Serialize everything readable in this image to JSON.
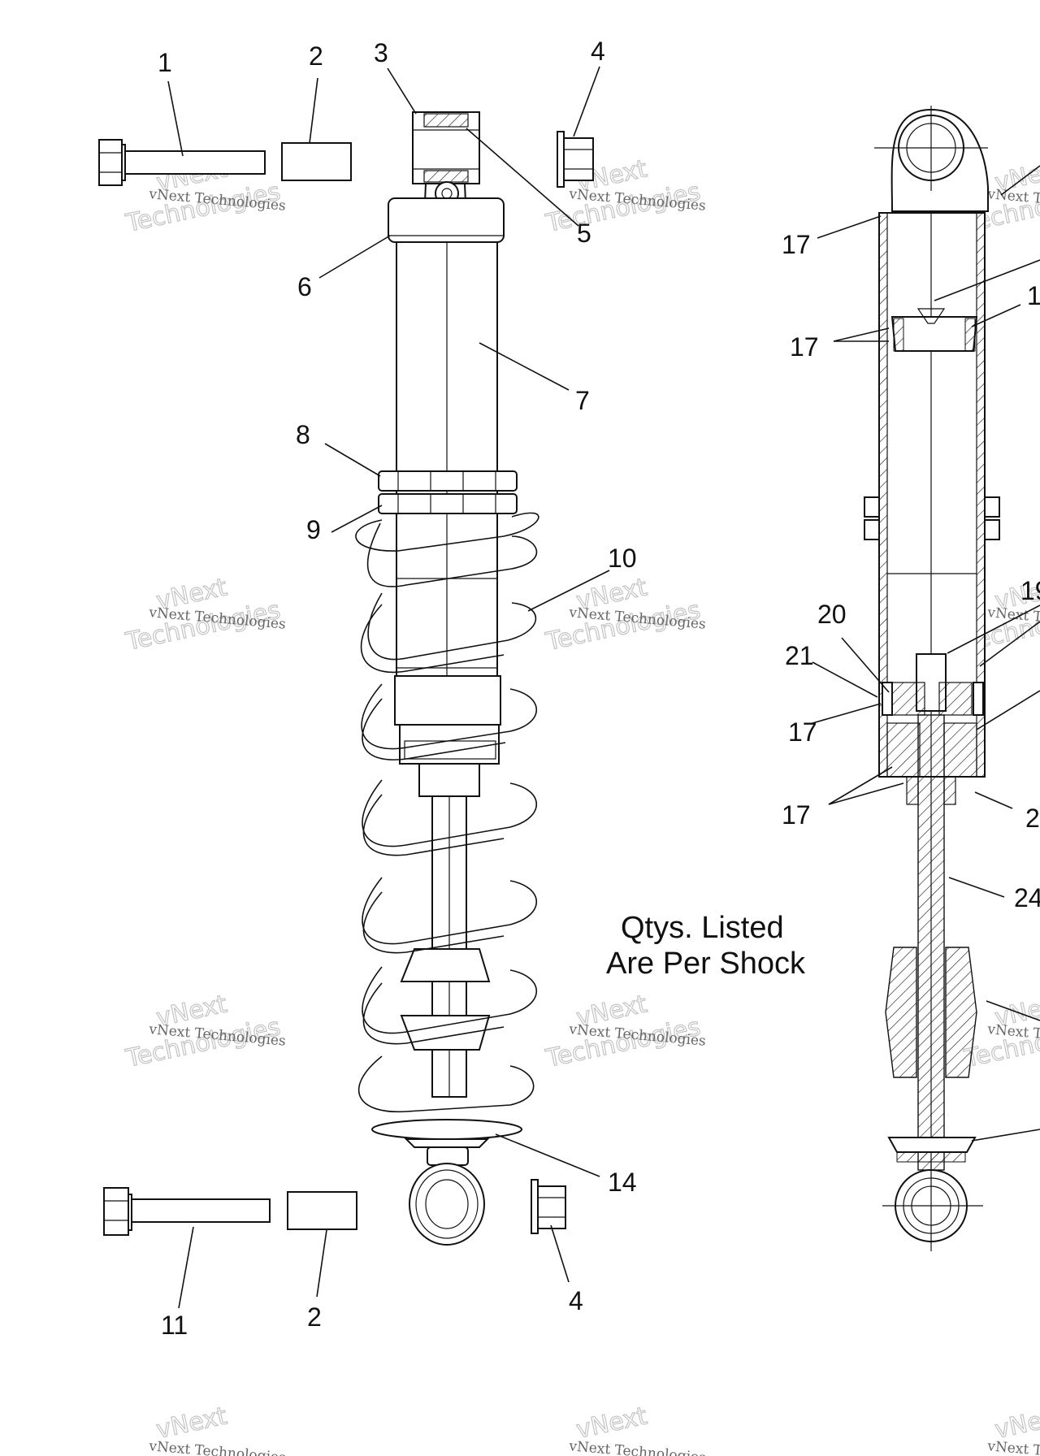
{
  "callouts": {
    "c1": "1",
    "c2a": "2",
    "c3": "3",
    "c4a": "4",
    "c5": "5",
    "c6": "6",
    "c7": "7",
    "c8": "8",
    "c9": "9",
    "c10": "10",
    "c11": "11",
    "c2b": "2",
    "c14": "14",
    "c4b": "4",
    "c17a": "17",
    "c17b": "17",
    "c17c": "17",
    "c17d": "17",
    "c20": "20",
    "c21": "21",
    "c24": "24",
    "c18": "1",
    "c19": "19",
    "c23": "2"
  },
  "note": {
    "line1": "Qtys. Listed",
    "line2": "Are Per Shock"
  },
  "watermark": {
    "line1": "vNext Technologies",
    "line2": "Technologies",
    "line3": "vNext"
  }
}
